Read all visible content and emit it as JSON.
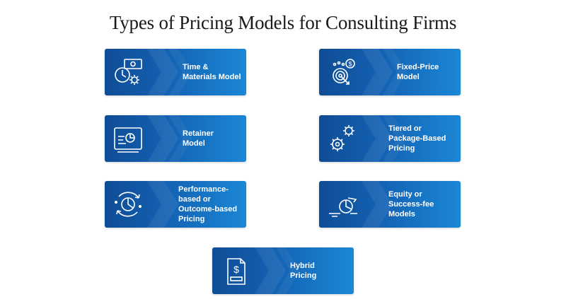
{
  "title": "Types of Pricing Models for Consulting Firms",
  "cards": [
    {
      "label": "Time &\nMaterials Model",
      "icon": "money-clock-gear-icon"
    },
    {
      "label": "Fixed-Price\nModel",
      "icon": "target-dollar-icon"
    },
    {
      "label": "Retainer\nModel",
      "icon": "monitor-chart-icon"
    },
    {
      "label": "Tiered or\nPackage-Based\nPricing",
      "icon": "gears-icon"
    },
    {
      "label": "Performance-\nbased or\nOutcome-based\nPricing",
      "icon": "pie-chart-cycle-icon"
    },
    {
      "label": "Equity or\nSuccess-fee\nModels",
      "icon": "pie-chart-graph-icon"
    },
    {
      "label": "Hybrid\nPricing",
      "icon": "dollar-document-icon"
    }
  ],
  "colors": {
    "card_start": "#0f4d95",
    "card_end": "#1a87d6",
    "text": "#ffffff"
  }
}
